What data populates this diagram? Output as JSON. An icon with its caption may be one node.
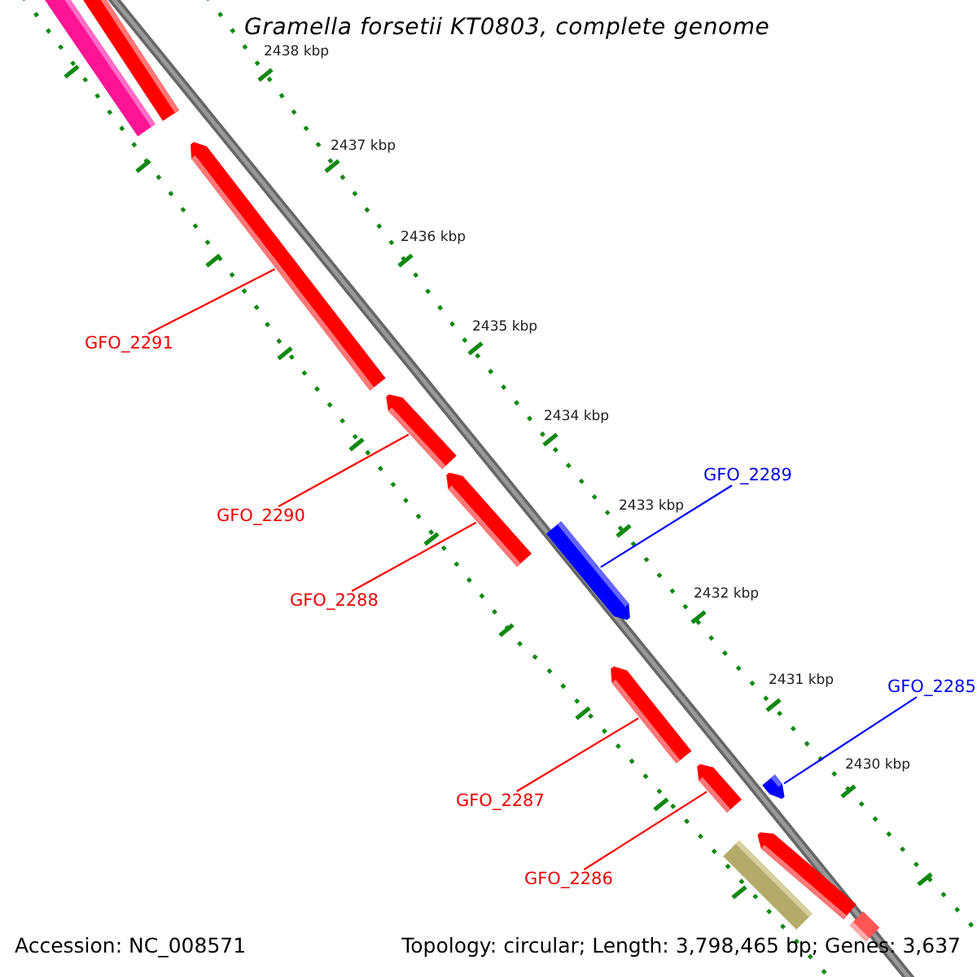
{
  "diagram": {
    "title": "Gramella forsetii KT0803, complete genome",
    "nodes": [
      {
        "text": [
          "GFO_2291"
        ]
      },
      {
        "text": [
          "GFO_2289"
        ]
      },
      {
        "text": [
          "GFO_2290"
        ]
      },
      {
        "text": [
          "GFO_2288"
        ]
      },
      {
        "text": [
          "GFO_2285"
        ]
      },
      {
        "text": [
          "GFO_2287"
        ]
      },
      {
        "text": [
          "GFO_2286"
        ]
      },
      {
        "text": [],
        "shape": "bar"
      },
      {
        "text": [],
        "shape": "bar"
      },
      {
        "text": [],
        "shape": "arrow"
      },
      {
        "text": [],
        "shape": "arrow"
      },
      {
        "text": [],
        "shape": "arrow"
      },
      {
        "text": [],
        "shape": "arrow"
      },
      {
        "text": [],
        "shape": "arrow"
      },
      {
        "text": [],
        "shape": "arrow"
      },
      {
        "text": [],
        "shape": "arrow"
      },
      {
        "text": [],
        "shape": "bar"
      },
      {
        "text": [],
        "shape": "arrow"
      },
      {
        "text": [],
        "shape": "bar"
      }
    ],
    "edges": [
      {
        "from": 0,
        "to": 9,
        "arrow": "none"
      },
      {
        "from": 1,
        "to": 12,
        "arrow": "none",
        "color": "#0000ff"
      },
      {
        "from": 2,
        "to": 10,
        "arrow": "none"
      },
      {
        "from": 3,
        "to": 11,
        "arrow": "none"
      },
      {
        "from": 4,
        "to": 15,
        "arrow": "none",
        "color": "#0000ff"
      },
      {
        "from": 5,
        "to": 13,
        "arrow": "none"
      },
      {
        "from": 6,
        "to": 14,
        "arrow": "none"
      }
    ],
    "labels": [
      "2438 kbp",
      "2437 kbp",
      "2436 kbp",
      "2435 kbp",
      "2434 kbp",
      "2433 kbp",
      "2432 kbp",
      "2431 kbp",
      "2430 kbp",
      "Accession: NC_008571",
      "Topology: circular; Length: 3,798,465 bp; Genes: 3,637"
    ]
  }
}
